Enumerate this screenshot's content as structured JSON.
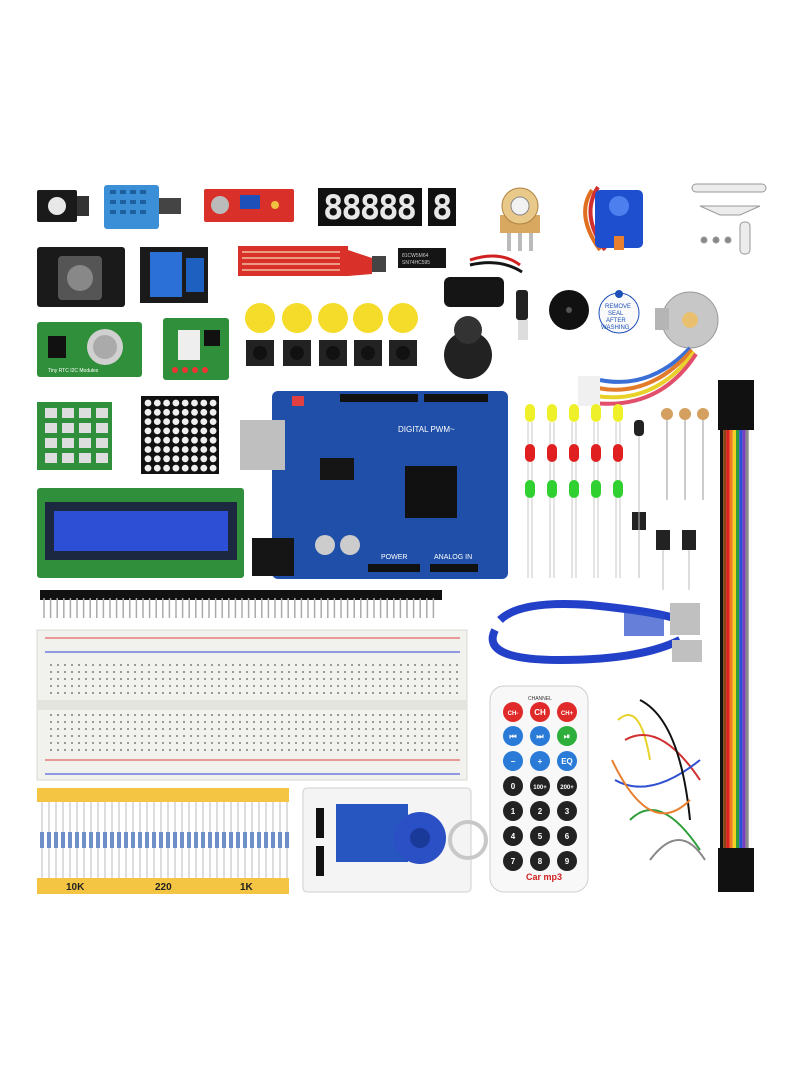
{
  "display": {
    "digits": "88888",
    "digit_last": "8"
  },
  "resistors": {
    "labels": [
      "10K",
      "220",
      "1K"
    ]
  },
  "remote": {
    "header": "CHANNEL",
    "top_labels": [
      "CH-",
      "CH",
      "CH+"
    ],
    "row2": [
      "⏮",
      "⏭",
      "⏯"
    ],
    "row3": [
      "−",
      "+",
      "EQ"
    ],
    "row4": [
      "0",
      "100+",
      "200+"
    ],
    "row5": [
      "1",
      "2",
      "3"
    ],
    "row6": [
      "4",
      "5",
      "6"
    ],
    "row7": [
      "7",
      "8",
      "9"
    ],
    "brand": "Car mp3"
  },
  "buzzer_sticker": {
    "line1": "REMOVE",
    "line2": "SEAL",
    "line3": "AFTER",
    "line4": "WASHING"
  },
  "chips": {
    "ic_top": "81CW5M64",
    "ic_bottom": "SN74HC595"
  },
  "uno": {
    "label": "DIGITAL PWM~",
    "power": "POWER",
    "analog": "ANALOG IN"
  },
  "rtc": {
    "label": "Tiny RTC I2C Modules"
  },
  "colors": {
    "pcb_blue": "#1f4fa8",
    "pcb_green": "#2f8f3a",
    "pcb_red": "#d9302a",
    "tape_yellow": "#f4c542"
  }
}
